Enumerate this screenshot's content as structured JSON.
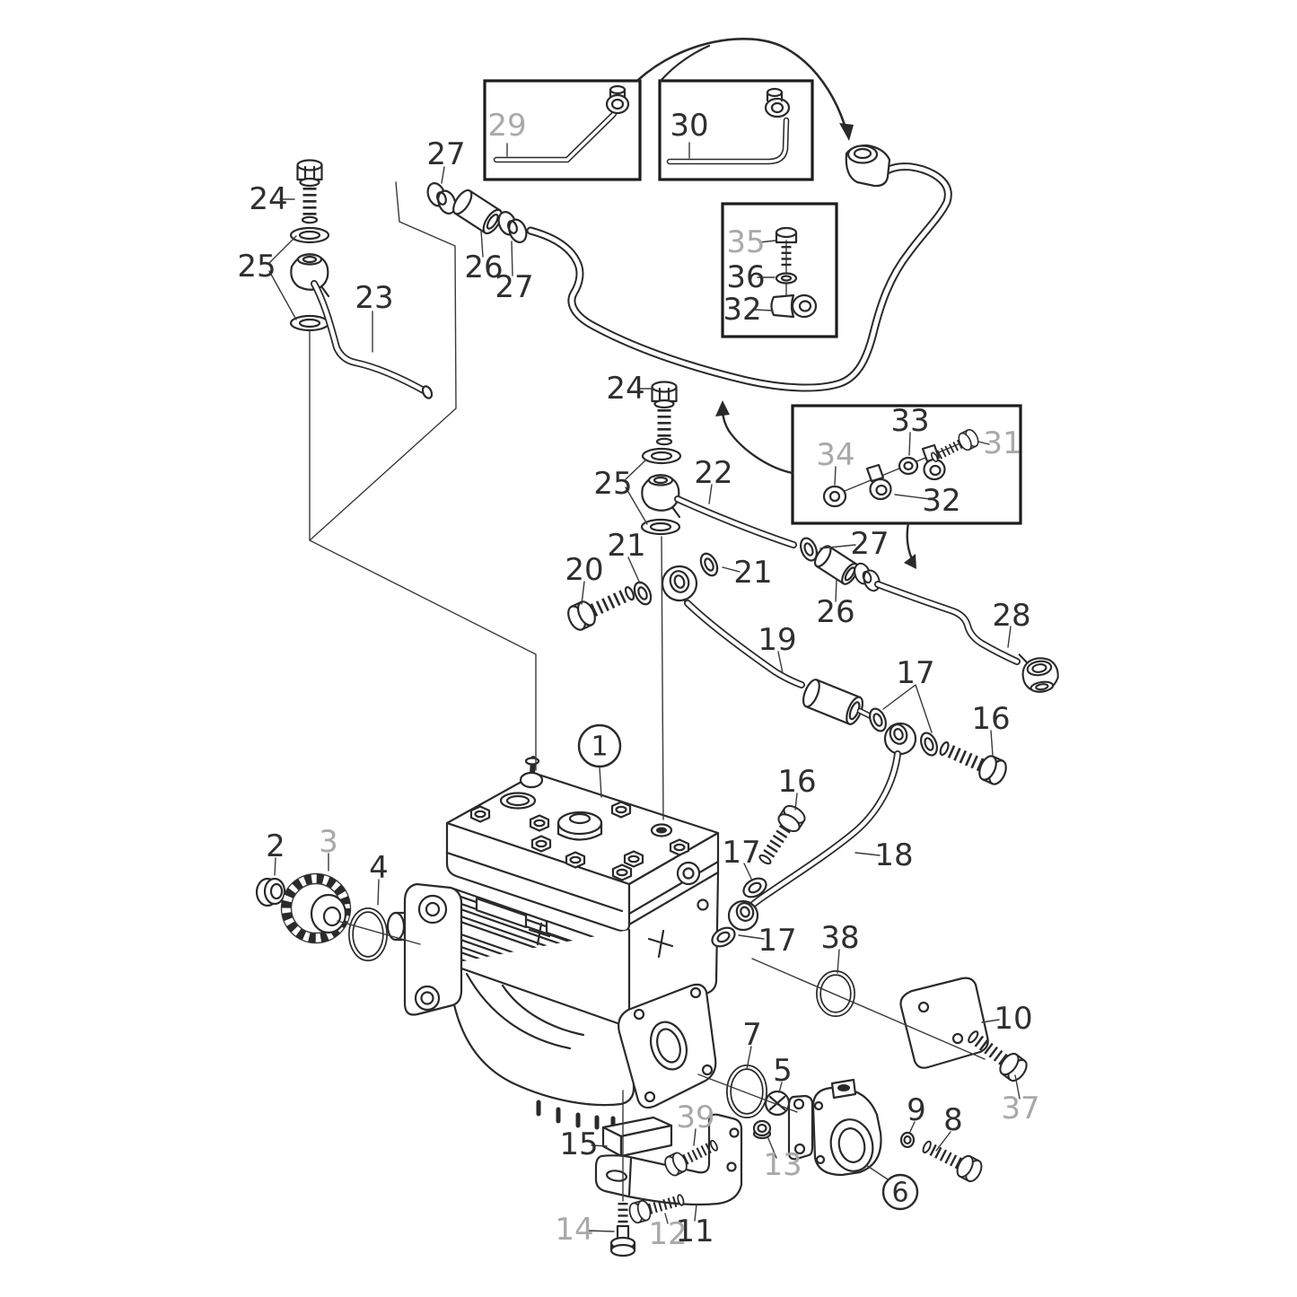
{
  "diagram": {
    "kind": "exploded-parts-diagram",
    "subject": "Air compressor assembly with oil and coolant pipes",
    "colors": {
      "line": "#2a2a2a",
      "label": "#2f2f2f",
      "label_muted": "#a9a9a9",
      "background": "#ffffff"
    },
    "labels": [
      {
        "text": "29",
        "muted": true,
        "circled": false
      },
      {
        "text": "30",
        "muted": false,
        "circled": false
      },
      {
        "text": "27",
        "muted": false,
        "circled": false
      },
      {
        "text": "24",
        "muted": false,
        "circled": false
      },
      {
        "text": "25",
        "muted": false,
        "circled": false
      },
      {
        "text": "23",
        "muted": false,
        "circled": false
      },
      {
        "text": "26",
        "muted": false,
        "circled": false
      },
      {
        "text": "27",
        "muted": false,
        "circled": false
      },
      {
        "text": "35",
        "muted": true,
        "circled": false
      },
      {
        "text": "36",
        "muted": false,
        "circled": false
      },
      {
        "text": "32",
        "muted": false,
        "circled": false
      },
      {
        "text": "24",
        "muted": false,
        "circled": false
      },
      {
        "text": "25",
        "muted": false,
        "circled": false
      },
      {
        "text": "22",
        "muted": false,
        "circled": false
      },
      {
        "text": "27",
        "muted": false,
        "circled": false
      },
      {
        "text": "26",
        "muted": false,
        "circled": false
      },
      {
        "text": "28",
        "muted": false,
        "circled": false
      },
      {
        "text": "33",
        "muted": false,
        "circled": false
      },
      {
        "text": "34",
        "muted": true,
        "circled": false
      },
      {
        "text": "31",
        "muted": true,
        "circled": false
      },
      {
        "text": "32",
        "muted": false,
        "circled": false
      },
      {
        "text": "20",
        "muted": false,
        "circled": false
      },
      {
        "text": "21",
        "muted": false,
        "circled": false
      },
      {
        "text": "21",
        "muted": false,
        "circled": false
      },
      {
        "text": "19",
        "muted": false,
        "circled": false
      },
      {
        "text": "17",
        "muted": false,
        "circled": false
      },
      {
        "text": "16",
        "muted": false,
        "circled": false
      },
      {
        "text": "16",
        "muted": false,
        "circled": false
      },
      {
        "text": "17",
        "muted": false,
        "circled": false
      },
      {
        "text": "17",
        "muted": false,
        "circled": false
      },
      {
        "text": "38",
        "muted": false,
        "circled": false
      },
      {
        "text": "18",
        "muted": false,
        "circled": false
      },
      {
        "text": "2",
        "muted": false,
        "circled": false
      },
      {
        "text": "3",
        "muted": true,
        "circled": false
      },
      {
        "text": "4",
        "muted": false,
        "circled": false
      },
      {
        "text": "10",
        "muted": false,
        "circled": false
      },
      {
        "text": "37",
        "muted": true,
        "circled": false
      },
      {
        "text": "7",
        "muted": false,
        "circled": false
      },
      {
        "text": "5",
        "muted": false,
        "circled": false
      },
      {
        "text": "15",
        "muted": false,
        "circled": false
      },
      {
        "text": "39",
        "muted": true,
        "circled": false
      },
      {
        "text": "13",
        "muted": true,
        "circled": false
      },
      {
        "text": "9",
        "muted": false,
        "circled": false
      },
      {
        "text": "8",
        "muted": false,
        "circled": false
      },
      {
        "text": "11",
        "muted": false,
        "circled": false
      },
      {
        "text": "12",
        "muted": true,
        "circled": false
      },
      {
        "text": "14",
        "muted": true,
        "circled": false
      },
      {
        "text": "1",
        "muted": false,
        "circled": true
      },
      {
        "text": "6",
        "muted": false,
        "circled": true
      }
    ]
  }
}
